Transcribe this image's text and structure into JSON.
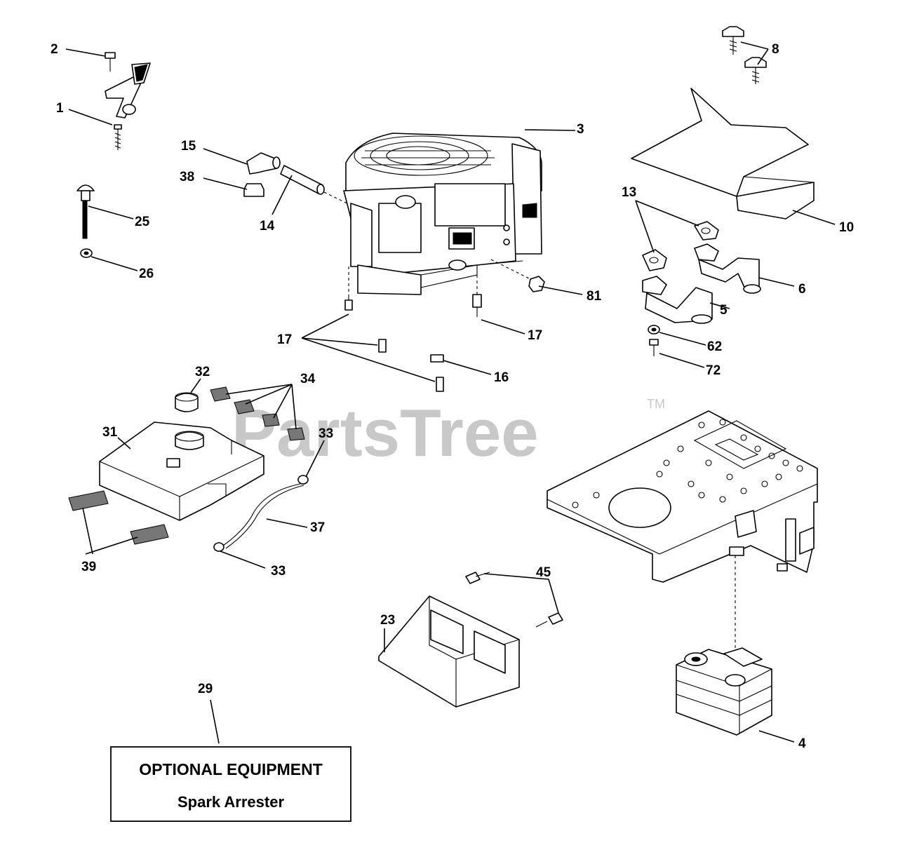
{
  "watermark": {
    "text": "PartsTree",
    "tm": "TM"
  },
  "optional_box": {
    "title": "OPTIONAL EQUIPMENT",
    "subtitle": "Spark Arrester"
  },
  "callouts": {
    "c1": "1",
    "c2": "2",
    "c3": "3",
    "c4": "4",
    "c5": "5",
    "c6": "6",
    "c8": "8",
    "c10": "10",
    "c13": "13",
    "c14": "14",
    "c15": "15",
    "c16": "16",
    "c17a": "17",
    "c17b": "17",
    "c23": "23",
    "c25": "25",
    "c26": "26",
    "c29": "29",
    "c31": "31",
    "c32": "32",
    "c33a": "33",
    "c33b": "33",
    "c34": "34",
    "c37": "37",
    "c38": "38",
    "c39": "39",
    "c45": "45",
    "c62": "62",
    "c72": "72",
    "c81": "81"
  }
}
